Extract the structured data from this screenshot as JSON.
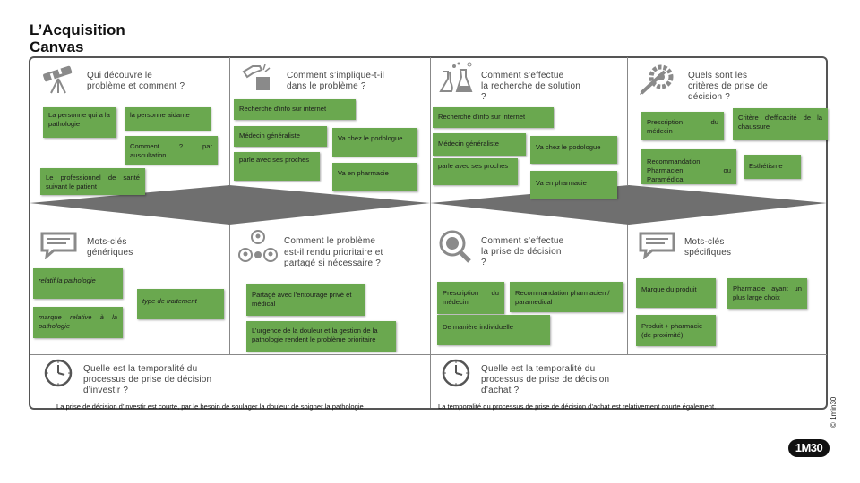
{
  "title": {
    "line1": "L’Acquisition",
    "line2": "Canvas"
  },
  "sections": {
    "q1": {
      "lines": [
        "Qui découvre le",
        "problème  et comment ?"
      ],
      "notes": [
        "La personne qui a la pathologie",
        "la personne aidante",
        "Comment ? par auscultation",
        "Le professionnel de santé suivant le patient"
      ]
    },
    "q2": {
      "lines": [
        "Comment s’implique-t-il",
        "dans le problème ?"
      ],
      "notes": [
        "Recherche d’info sur internet",
        "Médecin généraliste",
        "Va chez le podologue",
        "parle avec ses proches",
        "Va en pharmacie"
      ]
    },
    "q3": {
      "lines": [
        "Comment s’effectue",
        "la recherche de solution",
        "?"
      ],
      "notes": [
        "Recherche d’info sur internet",
        "Médecin généraliste",
        "Va chez le podologue",
        "parle avec ses proches",
        "Va en pharmacie"
      ]
    },
    "q4": {
      "lines": [
        "Quels sont les",
        "critères  de prise de",
        "décision ?"
      ],
      "notes": [
        "Prescription du médecin",
        "Critère d’efficacité de la chaussure",
        "Recommandation Pharmacien ou Paramédical",
        "Esthétisme"
      ]
    },
    "q5": {
      "lines": [
        "Mots-clés",
        "génériques"
      ],
      "notes": [
        "relatif la pathologie",
        "type de traitement",
        "marque relative à la pathologie"
      ]
    },
    "q6": {
      "lines": [
        "Comment le problème",
        "est-il rendu prioritaire et",
        "partagé  si nécessaire ?"
      ],
      "notes": [
        "Partagé avec l’entourage privé et médical",
        "L’urgence de la douleur et la gestion de la pathologie rendent le problème prioritaire"
      ]
    },
    "q7": {
      "lines": [
        "Comment s’effectue",
        "la prise de décision",
        "?"
      ],
      "notes": [
        "Prescription du médecin",
        "Recommandation pharmacien / paramedical",
        "De manière individuelle"
      ]
    },
    "q8": {
      "lines": [
        "Mots-clés",
        "spécifiques"
      ],
      "notes": [
        "Marque du produit",
        "Pharmacie ayant un plus large choix",
        "Produit + pharmacie (de proximité)"
      ]
    },
    "q9": {
      "lines": [
        "Quelle est la temporalité du",
        "processus  de prise de décision",
        "d’investir ?"
      ],
      "text": "La prise de décision d’investir est courte, par le besoin de soulager la douleur de soigner la pathologie"
    },
    "q10": {
      "lines": [
        "Quelle est la temporalité du",
        "processus  de prise de décision",
        "d’achat ?"
      ],
      "text": "La temporalité du processus de prise de décision d’achat est relativement courte également."
    }
  },
  "icons": {
    "q1": "telescope-icon",
    "q2": "hand-touch-icon",
    "q3": "lab-flasks-icon",
    "q4": "pen-gear-icon",
    "q5": "speech-bubble-icon",
    "q6": "people-network-icon",
    "q7": "magnifier-icon",
    "q8": "speech-bubble-icon",
    "q9": "clock-icon",
    "q10": "clock-icon"
  },
  "copyright": "© 1min30",
  "logo": "1M30",
  "colors": {
    "note": "#6aa84f",
    "divider_band": "#6f6f6f",
    "icon": "#888888",
    "border": "#555555"
  }
}
